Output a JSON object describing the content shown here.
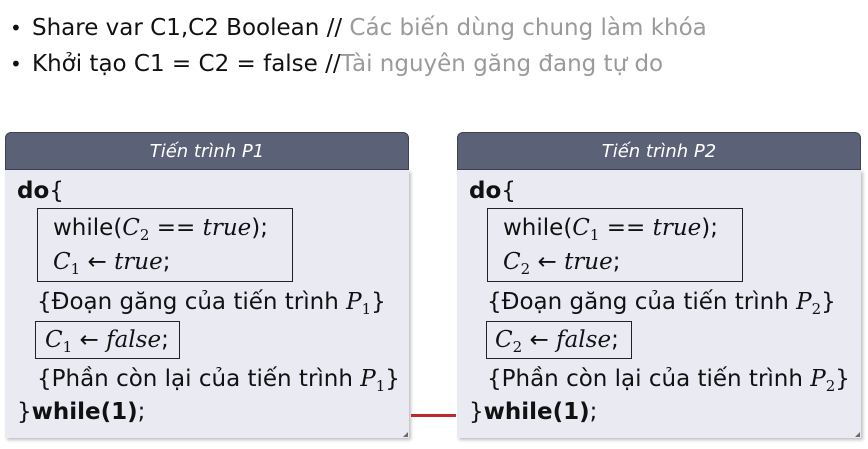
{
  "bullets": [
    {
      "text": "Share var C1,C2 Boolean //",
      "note": " Các biến dùng chung làm khóa"
    },
    {
      "text": "Khởi tạo C1 = C2 = false //",
      "note": "Tài nguyên găng đang tự do"
    }
  ],
  "panels": [
    {
      "title": "Tiến trình P1",
      "do": "do",
      "brace_open": "{",
      "while_kw": "while(",
      "cond_var": "C",
      "cond_sub": "2",
      "cond_rest": " == ",
      "cond_true": "true",
      "cond_close": ");",
      "set_var": "C",
      "set_sub": "1",
      "arrow": " ← ",
      "set_true": "true",
      "semi": ";",
      "critical": "{Đoạn găng của tiến trình ",
      "critical_p": "P",
      "critical_sub": "1",
      "critical_close": "}",
      "reset_var": "C",
      "reset_sub": "1",
      "reset_false": "false",
      "remainder": "{Phần còn lại của tiến trình ",
      "remainder_p": "P",
      "remainder_sub": "1",
      "remainder_close": "}",
      "end_brace": "}",
      "end_while": "while(1)",
      "end_semi": ";"
    },
    {
      "title": "Tiến trình P2",
      "do": "do",
      "brace_open": "{",
      "while_kw": "while(",
      "cond_var": "C",
      "cond_sub": "1",
      "cond_rest": " == ",
      "cond_true": "true",
      "cond_close": ");",
      "set_var": "C",
      "set_sub": "2",
      "arrow": " ← ",
      "set_true": "true",
      "semi": ";",
      "critical": "{Đoạn găng của tiến trình ",
      "critical_p": "P",
      "critical_sub": "2",
      "critical_close": "}",
      "reset_var": "C",
      "reset_sub": "2",
      "reset_false": "false",
      "remainder": "{Phần còn lại của tiến trình ",
      "remainder_p": "P",
      "remainder_sub": "2",
      "remainder_close": "}",
      "end_brace": "}",
      "end_while": "while(1)",
      "end_semi": ";"
    }
  ],
  "colors": {
    "header_bg": "#5b6176",
    "body_bg": "#eaeaf3",
    "connector": "#c0272d",
    "note": "#9a9a9a"
  }
}
